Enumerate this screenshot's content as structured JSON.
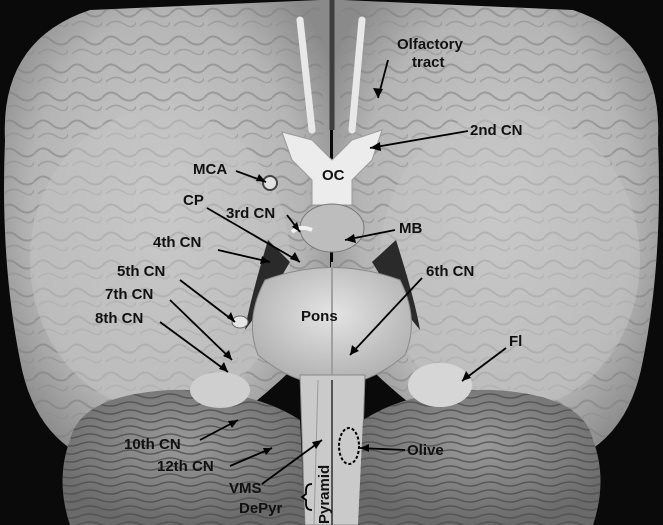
{
  "figure": {
    "labels": {
      "olfactory_tract_1": "Olfactory",
      "olfactory_tract_2": "tract",
      "second_cn": "2nd CN",
      "mca": "MCA",
      "oc": "OC",
      "cp": "CP",
      "third_cn": "3rd CN",
      "mb": "MB",
      "fourth_cn": "4th CN",
      "fifth_cn": "5th CN",
      "sixth_cn": "6th CN",
      "seventh_cn": "7th CN",
      "eighth_cn": "8th CN",
      "pons": "Pons",
      "fl": "Fl",
      "tenth_cn": "10th CN",
      "twelfth_cn": "12th CN",
      "olive": "Olive",
      "vms": "VMS",
      "depyr": "DePyr",
      "pyramid": "Pyramid"
    },
    "colors": {
      "tissue_light": "#d8d8d8",
      "tissue_mid": "#a9a9a9",
      "tissue_dark": "#4a4a4a",
      "background": "#0a0a0a",
      "label_text": "#111111"
    }
  }
}
